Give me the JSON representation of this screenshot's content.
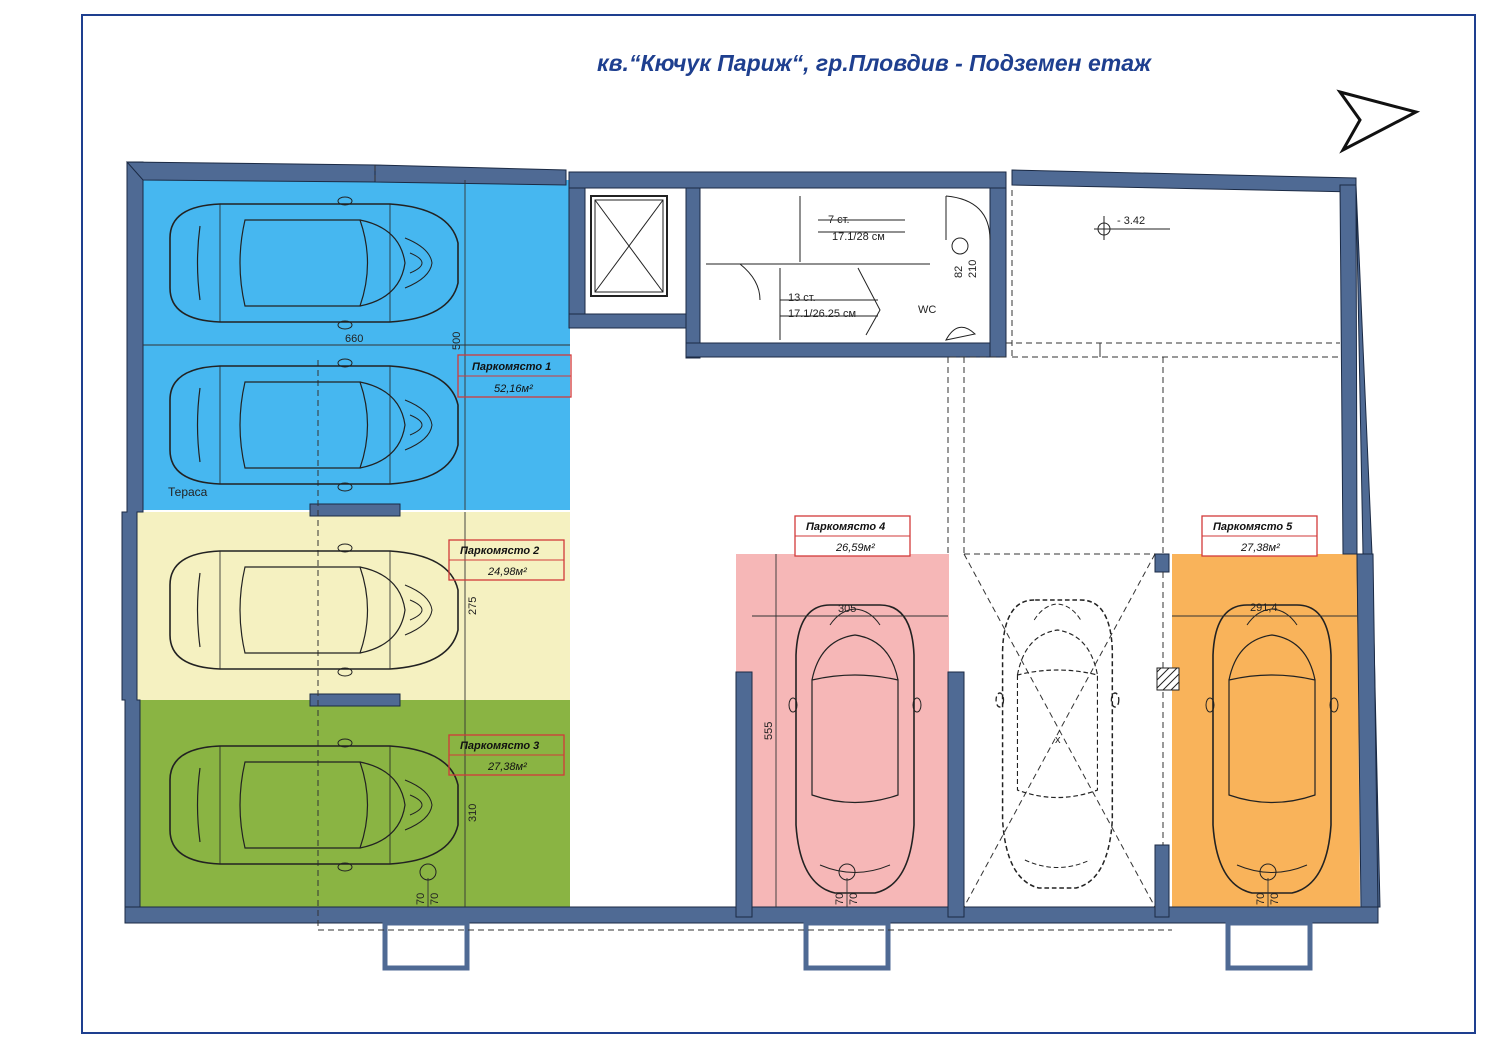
{
  "title": "кв.“Кючук Париж“, гр.Пловдив - Подземен етаж",
  "colors": {
    "frame": "#1e3f8f",
    "wall": "#4f6a94",
    "spot1": "#46b7f0",
    "spot2": "#f5f1c1",
    "spot3": "#8ab443",
    "spot4": "#f6b7b7",
    "spot5": "#f9b35a",
    "label_border": "#d23a3a"
  },
  "labels": {
    "elevation": "- 3.42",
    "terrace": "Тераса",
    "wc": "WC",
    "stair1_line1": "7 ст.",
    "stair1_line2": "17.1/28 см",
    "stair2_line1": "13 ст.",
    "stair2_line2": "17.1/26.25 см",
    "wc_dim1": "82",
    "wc_dim2": "210",
    "center_x": "x"
  },
  "parking": [
    {
      "name": "Паркомясто 1",
      "area": "52,16м²"
    },
    {
      "name": "Паркомясто 2",
      "area": "24,98м²"
    },
    {
      "name": "Паркомясто 3",
      "area": "27,38м²"
    },
    {
      "name": "Паркомясто 4",
      "area": "26,59м²"
    },
    {
      "name": "Паркомясто 5",
      "area": "27,38м²"
    }
  ],
  "dimensions": {
    "d660": "660",
    "d500": "500",
    "d275": "275",
    "d310": "310",
    "d305": "305",
    "d555": "555",
    "d291": "291,4",
    "d70": "70"
  }
}
